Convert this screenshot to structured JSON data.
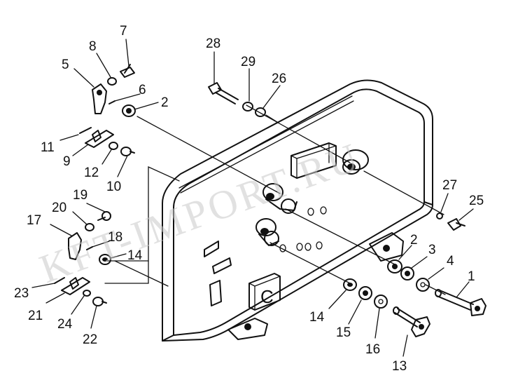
{
  "watermark": "KFT-IMPORT.RU",
  "panel_letter": "C",
  "callouts": [
    {
      "id": "c7",
      "label": "7"
    },
    {
      "id": "c8",
      "label": "8"
    },
    {
      "id": "c5",
      "label": "5"
    },
    {
      "id": "c6",
      "label": "6"
    },
    {
      "id": "c2a",
      "label": "2"
    },
    {
      "id": "c11",
      "label": "11"
    },
    {
      "id": "c9",
      "label": "9"
    },
    {
      "id": "c12",
      "label": "12"
    },
    {
      "id": "c10",
      "label": "10"
    },
    {
      "id": "c28",
      "label": "28"
    },
    {
      "id": "c29",
      "label": "29"
    },
    {
      "id": "c26",
      "label": "26"
    },
    {
      "id": "c19",
      "label": "19"
    },
    {
      "id": "c20",
      "label": "20"
    },
    {
      "id": "c17",
      "label": "17"
    },
    {
      "id": "c18",
      "label": "18"
    },
    {
      "id": "c14a",
      "label": "14"
    },
    {
      "id": "c23",
      "label": "23"
    },
    {
      "id": "c21",
      "label": "21"
    },
    {
      "id": "c24",
      "label": "24"
    },
    {
      "id": "c22",
      "label": "22"
    },
    {
      "id": "c27",
      "label": "27"
    },
    {
      "id": "c25",
      "label": "25"
    },
    {
      "id": "c2b",
      "label": "2"
    },
    {
      "id": "c3",
      "label": "3"
    },
    {
      "id": "c4",
      "label": "4"
    },
    {
      "id": "c1",
      "label": "1"
    },
    {
      "id": "c14b",
      "label": "14"
    },
    {
      "id": "c15",
      "label": "15"
    },
    {
      "id": "c16",
      "label": "16"
    },
    {
      "id": "c13",
      "label": "13"
    }
  ]
}
